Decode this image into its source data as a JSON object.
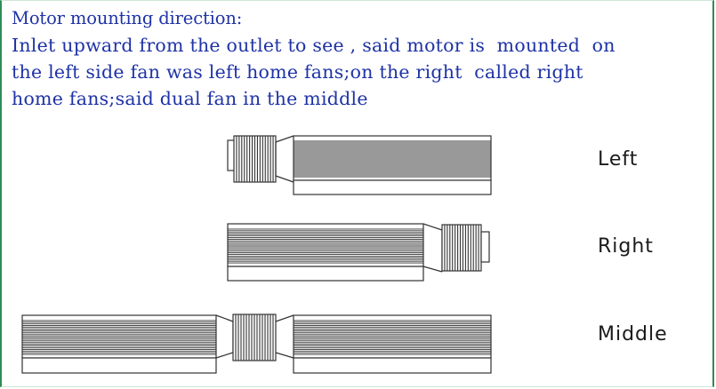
{
  "heading": "Motor mounting direction:",
  "description_lines": [
    "Inlet upward from the outlet to see , said motor is  mounted  on",
    "the left side fan was left home fans;on the right  called right",
    "home fans;said dual fan in the middle"
  ],
  "labels": {
    "left": "Left",
    "right": "Right",
    "middle": "Middle"
  },
  "colors": {
    "text": "#1f33a6",
    "border": "#2e8b57",
    "drawing": "#333333"
  }
}
